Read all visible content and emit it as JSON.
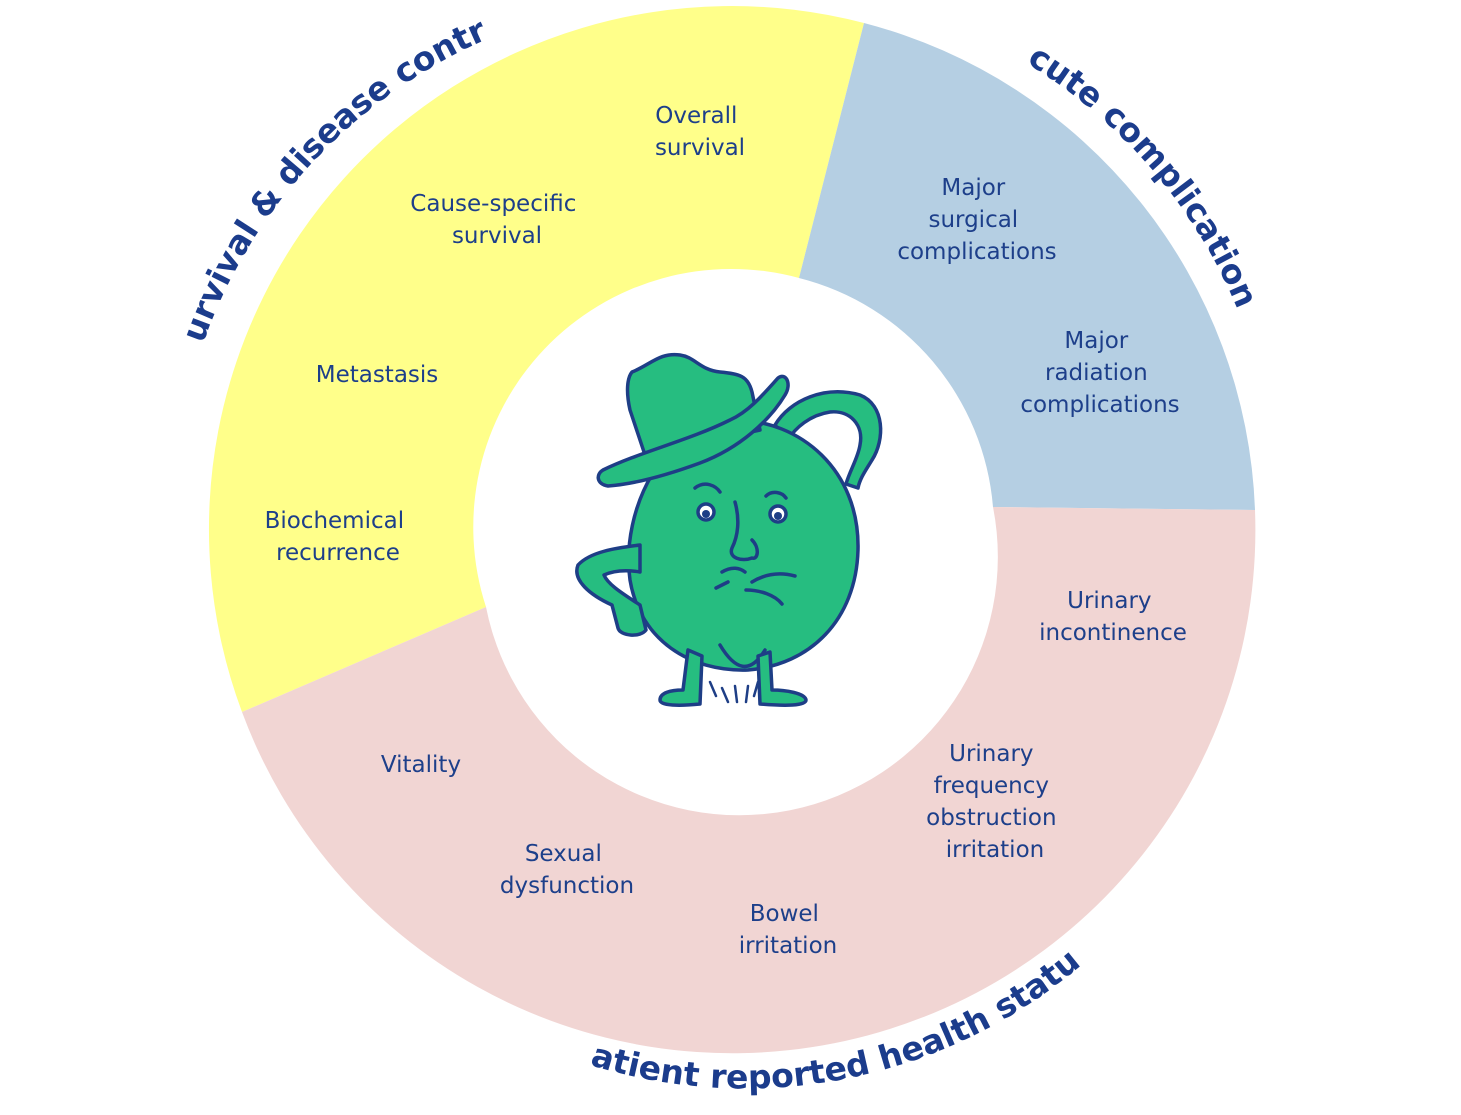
{
  "colors": {
    "survival": "#ffff8a",
    "acute": "#b5cfe3",
    "patient": "#f1d5d3",
    "text": "#1d3f8a",
    "mascot_fill": "#26bd80",
    "mascot_outline": "#1e3e86"
  },
  "sections": [
    {
      "id": "survival",
      "title": "Survival & disease control",
      "items": [
        {
          "lines": [
            "Overall",
            "survival"
          ]
        },
        {
          "lines": [
            "Cause-specific",
            "survival"
          ]
        },
        {
          "lines": [
            "Metastasis"
          ]
        },
        {
          "lines": [
            "Biochemical",
            "recurrence"
          ]
        }
      ]
    },
    {
      "id": "acute",
      "title": "Acute complications",
      "items": [
        {
          "lines": [
            "Major",
            "surgical",
            "complications"
          ]
        },
        {
          "lines": [
            "Major",
            "radiation",
            "complications"
          ]
        }
      ]
    },
    {
      "id": "patient",
      "title": "Patient reported health status",
      "items": [
        {
          "lines": [
            "Urinary",
            "incontinence"
          ]
        },
        {
          "lines": [
            "Urinary",
            "frequency",
            "obstruction",
            "irritation"
          ]
        },
        {
          "lines": [
            "Bowel",
            "irritation"
          ]
        },
        {
          "lines": [
            "Sexual",
            "dysfunction"
          ]
        },
        {
          "lines": [
            "Vitality"
          ]
        }
      ]
    }
  ],
  "center": {
    "icon": "prostate-mascot-icon"
  }
}
